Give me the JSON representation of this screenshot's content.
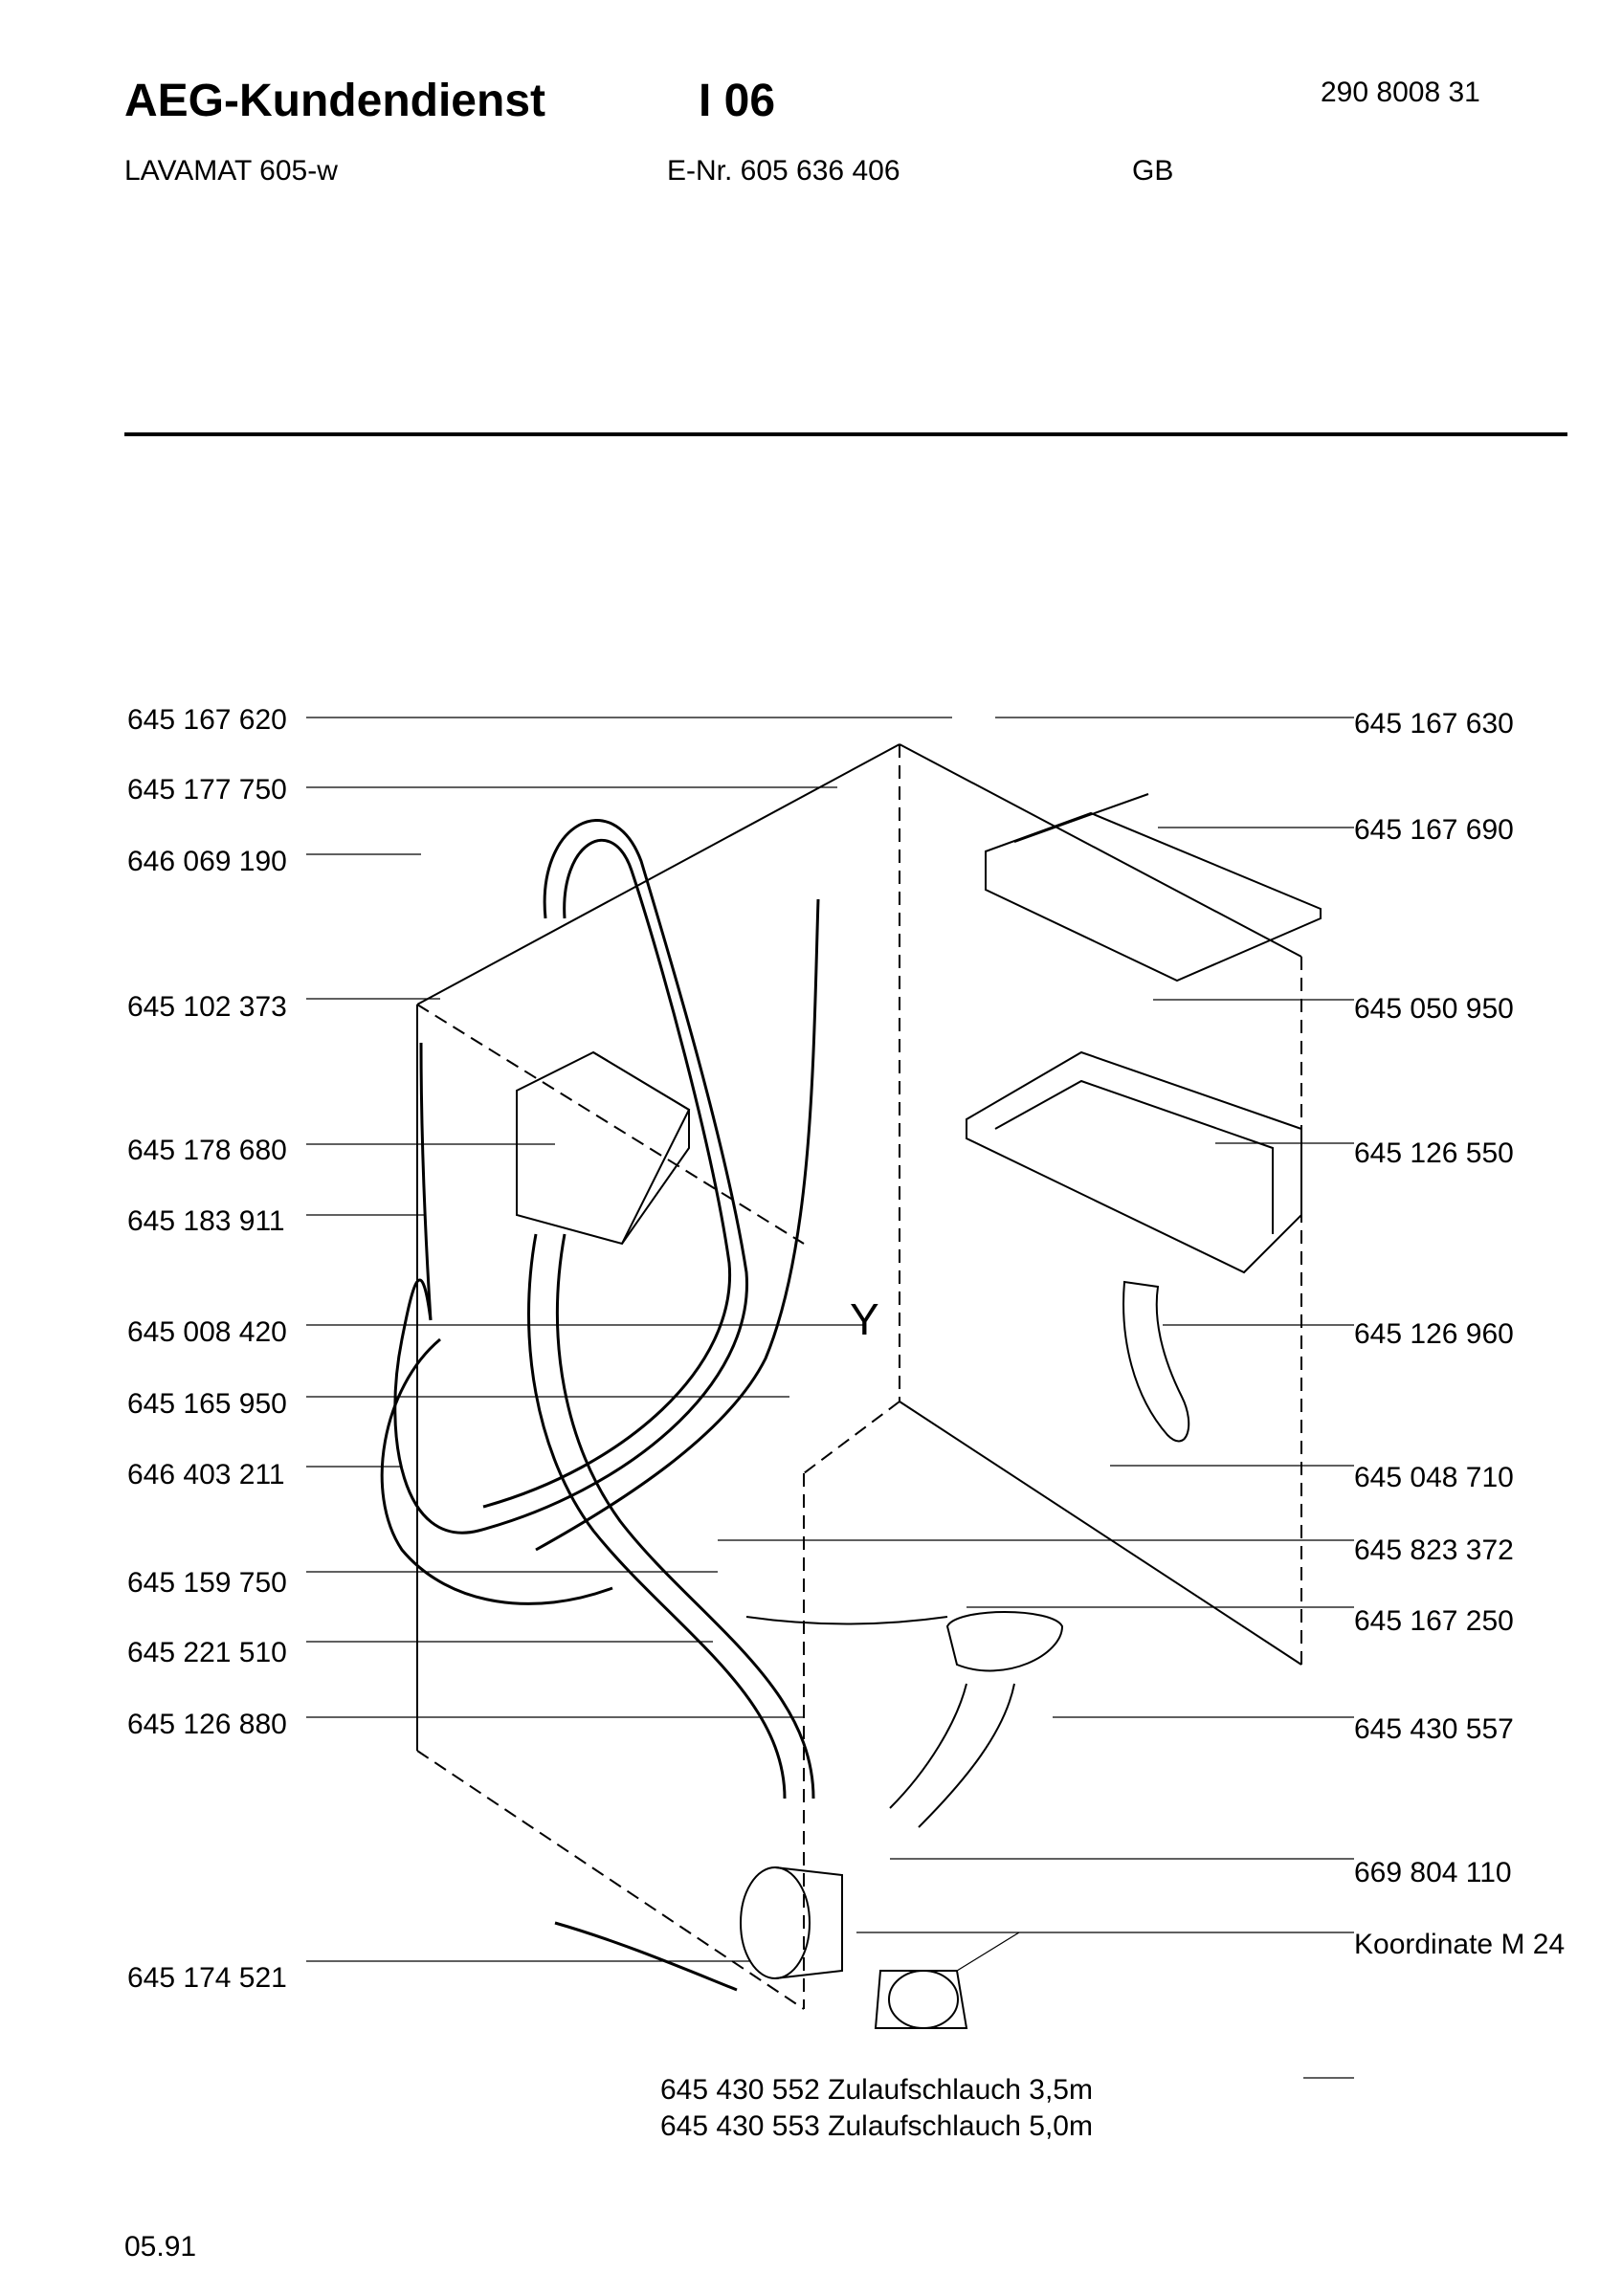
{
  "header": {
    "brand": "AEG-Kundendienst",
    "section": "I 06",
    "doc_number": "290 8008 31",
    "model": "LAVAMAT 605-w",
    "e_number": "E-Nr. 605 636 406",
    "country": "GB"
  },
  "labels_left": [
    "645 167 620",
    "645 177 750",
    "646 069 190",
    "645 102 373",
    "645 178 680",
    "645 183 911",
    "645 008 420",
    "645 165 950",
    "646 403 211",
    "645 159 750",
    "645 221 510",
    "645 126 880",
    "645 174 521"
  ],
  "labels_right": [
    "645 167 630",
    "645 167 690",
    "645 050 950",
    "645 126 550",
    "645 126 960",
    "645 048 710",
    "645 823 372",
    "645 167 250",
    "645 430 557",
    "669 804 110",
    "Koordinate M 24"
  ],
  "notes": [
    "645 430 552 Zulaufschlauch 3,5m",
    "645 430 553 Zulaufschlauch 5,0m"
  ],
  "footer": {
    "date": "05.91"
  }
}
